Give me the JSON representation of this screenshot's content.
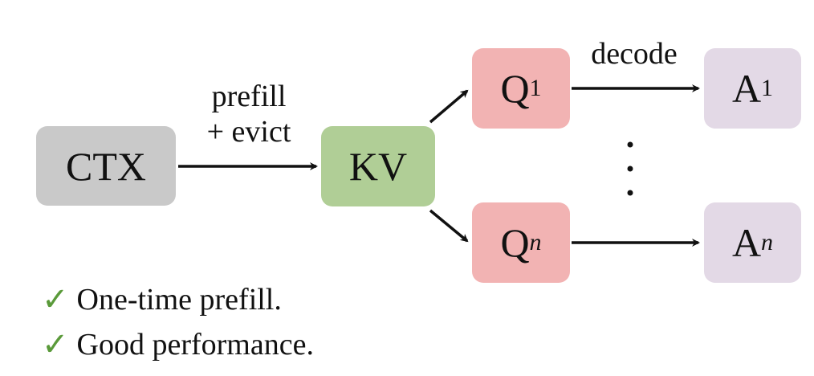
{
  "nodes": {
    "ctx": "CTX",
    "kv": "KV",
    "q1": {
      "base": "Q",
      "sub": "1"
    },
    "qn": {
      "base": "Q",
      "sub": "n"
    },
    "a1": {
      "base": "A",
      "sub": "1"
    },
    "an": {
      "base": "A",
      "sub": "n"
    }
  },
  "edges": {
    "prefill_line1": "prefill",
    "prefill_line2": "+ evict",
    "decode": "decode"
  },
  "benefits": [
    {
      "icon": "check-icon",
      "text": "One-time prefill."
    },
    {
      "icon": "check-icon",
      "text": "Good performance."
    }
  ],
  "colors": {
    "ctx": "#c9c9c9",
    "kv": "#b0ce96",
    "q": "#f2b3b3",
    "a": "#e3d9e6",
    "check": "#5a9a3a"
  }
}
